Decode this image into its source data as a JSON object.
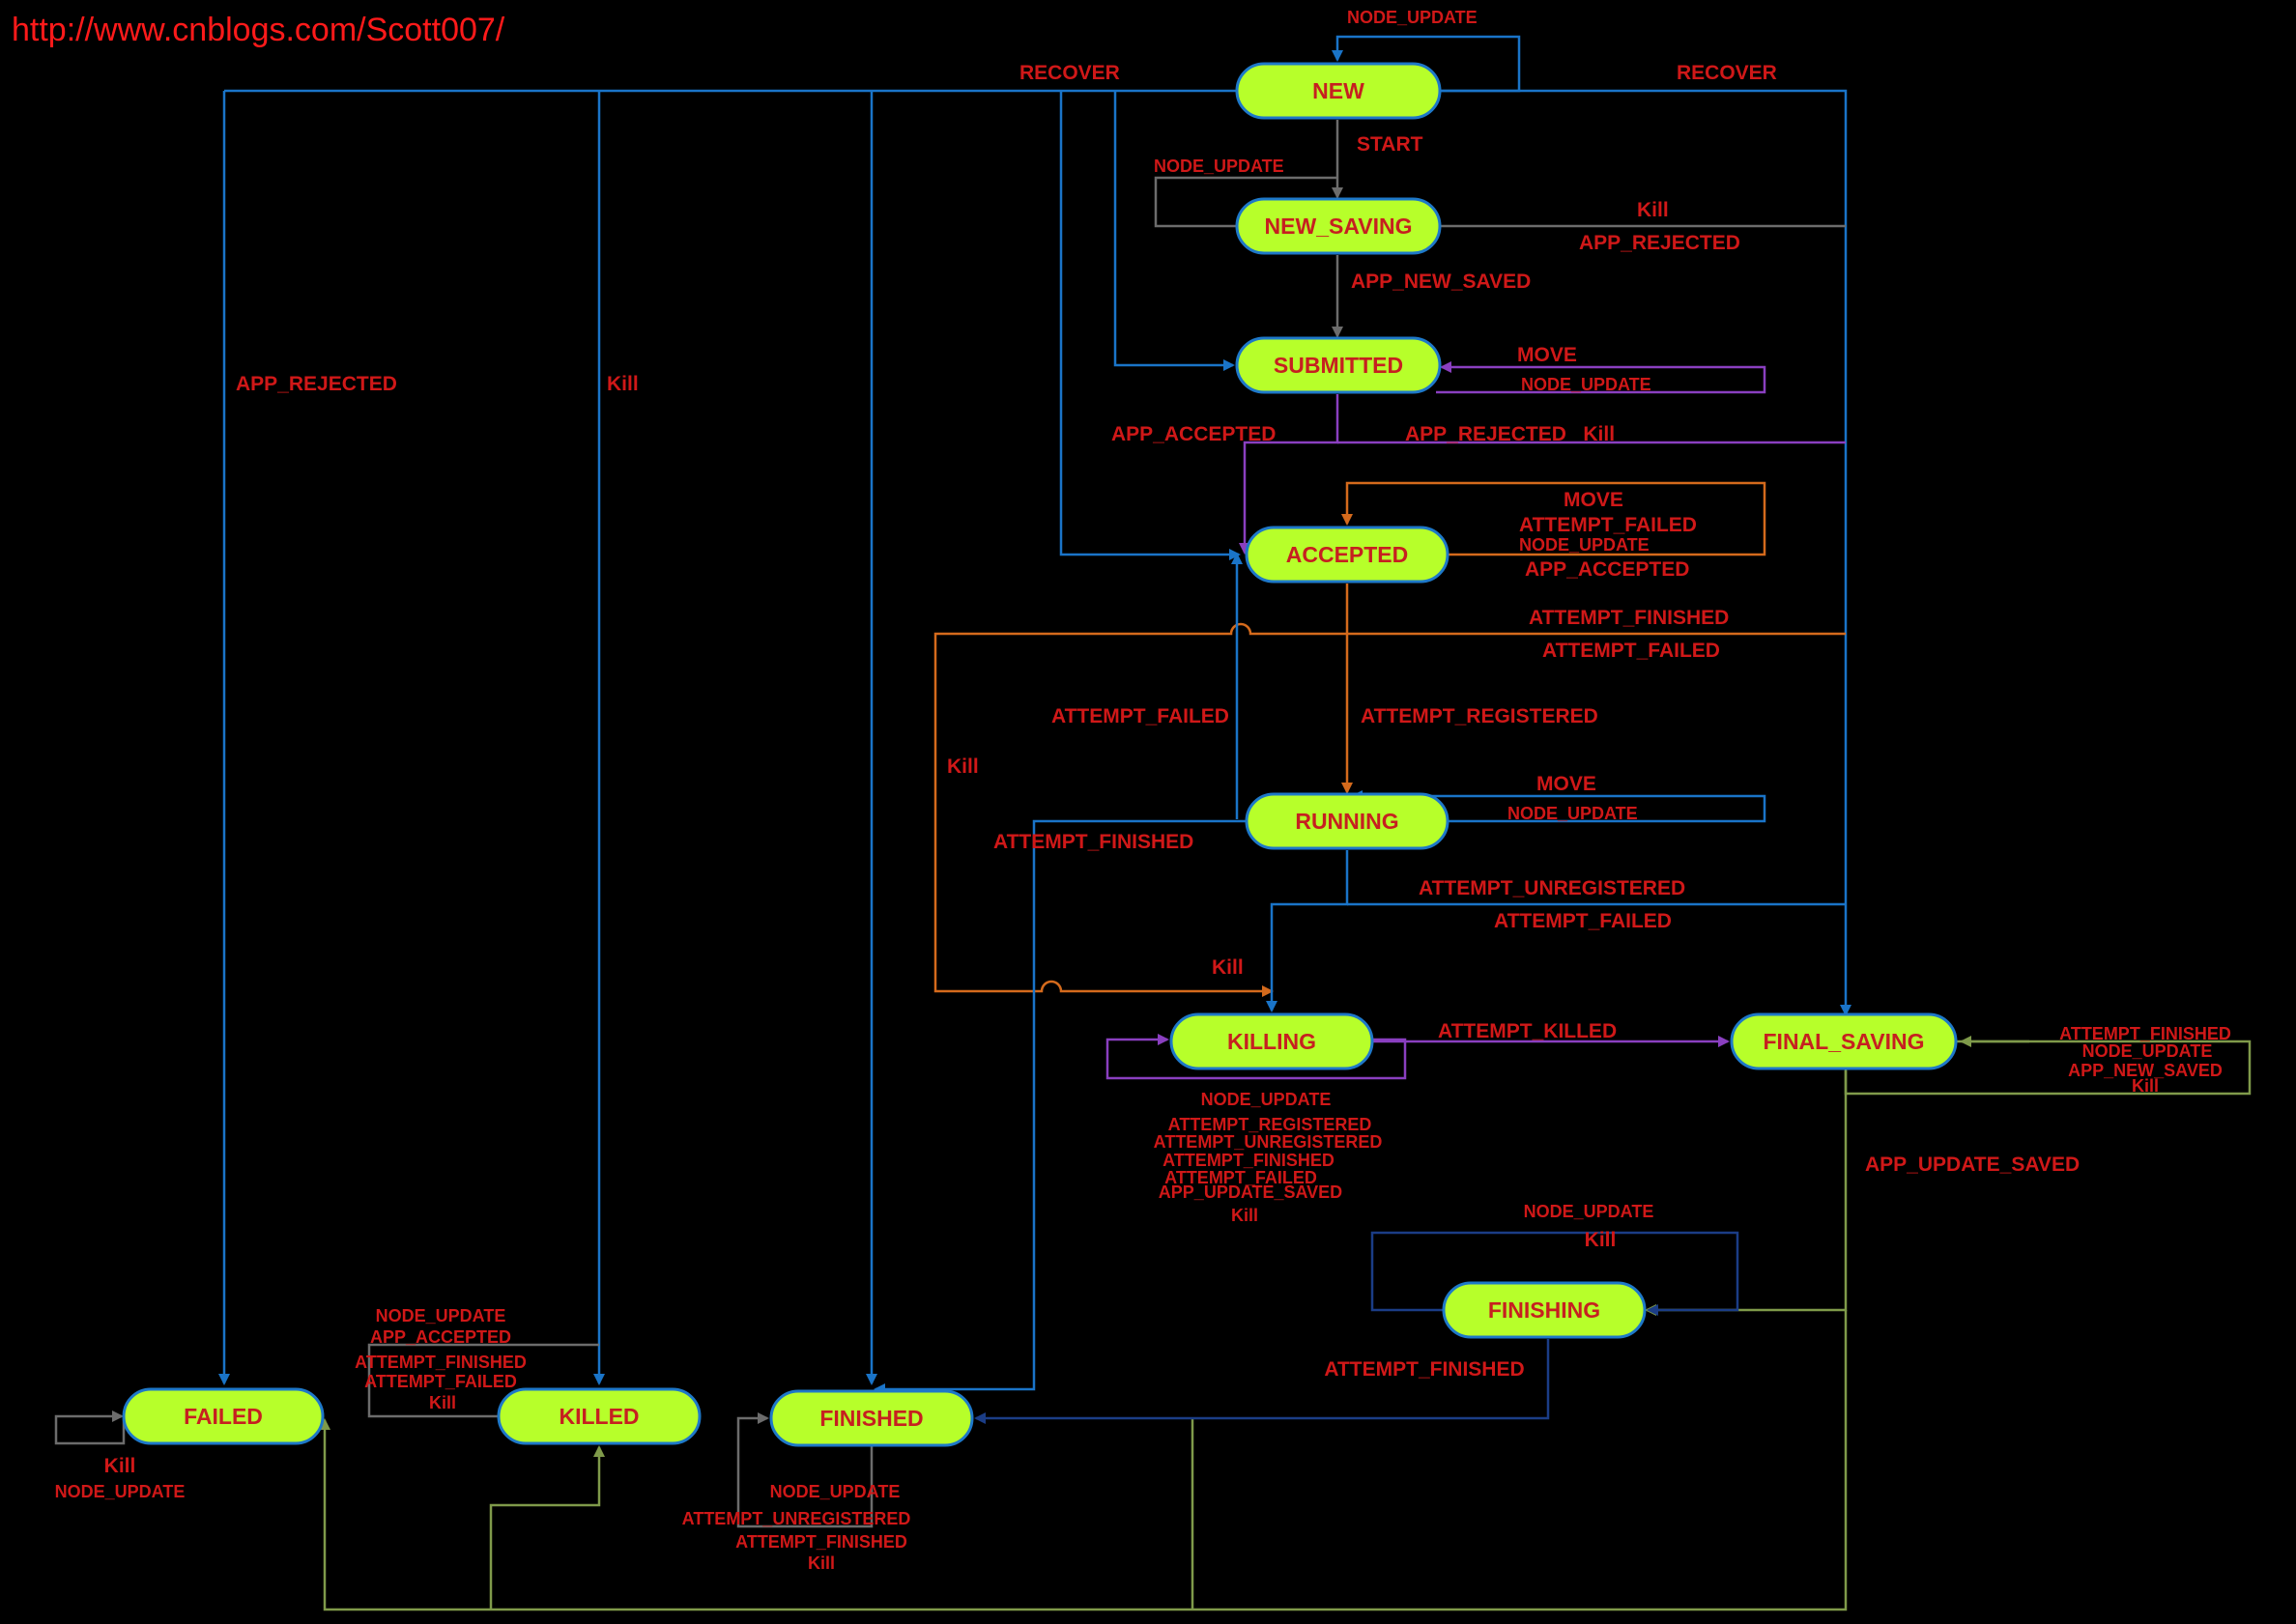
{
  "header_url": "http://www.cnblogs.com/Scott007/",
  "colors": {
    "blue": "#1a74c8",
    "gray": "#6c6c6c",
    "purple": "#8a3fc0",
    "orange": "#d46a1c",
    "olive": "#7f9a4a",
    "navy": "#1b3d86"
  },
  "states": {
    "new": "NEW",
    "new_saving": "NEW_SAVING",
    "submitted": "SUBMITTED",
    "accepted": "ACCEPTED",
    "running": "RUNNING",
    "killing": "KILLING",
    "final_saving": "FINAL_SAVING",
    "finishing": "FINISHING",
    "failed": "FAILED",
    "killed": "KILLED",
    "finished": "FINISHED"
  },
  "labels": {
    "new_self": "NODE_UPDATE",
    "recover_left": "RECOVER",
    "recover_right": "RECOVER",
    "start": "START",
    "new_saving_self": "NODE_UPDATE",
    "kill_top": "Kill",
    "app_rejected_top": "APP_REJECTED",
    "app_new_saved": "APP_NEW_SAVED",
    "app_rejected_left": "APP_REJECTED",
    "kill_left": "Kill",
    "submitted_move": "MOVE",
    "submitted_node_update": "NODE_UPDATE",
    "app_accepted": "APP_ACCEPTED",
    "app_rejected_kill": "APP_REJECTED   Kill",
    "acc_move": "MOVE",
    "acc_attempt_failed": "ATTEMPT_FAILED",
    "acc_node_update": "NODE_UPDATE",
    "acc_app_accepted": "APP_ACCEPTED",
    "acc_attempt_finished": "ATTEMPT_FINISHED",
    "acc_attempt_failed2": "ATTEMPT_FAILED",
    "attempt_failed_back": "ATTEMPT_FAILED",
    "attempt_registered": "ATTEMPT_REGISTERED",
    "kill_mid": "Kill",
    "run_move": "MOVE",
    "run_node_update": "NODE_UPDATE",
    "attempt_finished_run": "ATTEMPT_FINISHED",
    "attempt_unregistered": "ATTEMPT_UNREGISTERED",
    "attempt_failed_run": "ATTEMPT_FAILED",
    "kill_killing": "Kill",
    "attempt_killed": "ATTEMPT_KILLED",
    "killing_self": [
      "NODE_UPDATE",
      "ATTEMPT_REGISTERED",
      "ATTEMPT_UNREGISTERED",
      "ATTEMPT_FINISHED",
      "ATTEMPT_FAILED",
      "APP_UPDATE_SAVED",
      "Kill"
    ],
    "final_self": [
      "ATTEMPT_FINISHED",
      "NODE_UPDATE",
      "APP_NEW_SAVED",
      "Kill"
    ],
    "app_update_saved": "APP_UPDATE_SAVED",
    "finishing_self": [
      "NODE_UPDATE",
      "Kill"
    ],
    "attempt_finished_fin": "ATTEMPT_FINISHED",
    "killed_self": [
      "NODE_UPDATE",
      "APP_ACCEPTED",
      "ATTEMPT_FINISHED",
      "ATTEMPT_FAILED",
      "Kill"
    ],
    "failed_self": [
      "Kill",
      "NODE_UPDATE"
    ],
    "finished_self": [
      "NODE_UPDATE",
      "ATTEMPT_UNREGISTERED",
      "ATTEMPT_FINISHED",
      "Kill"
    ]
  }
}
